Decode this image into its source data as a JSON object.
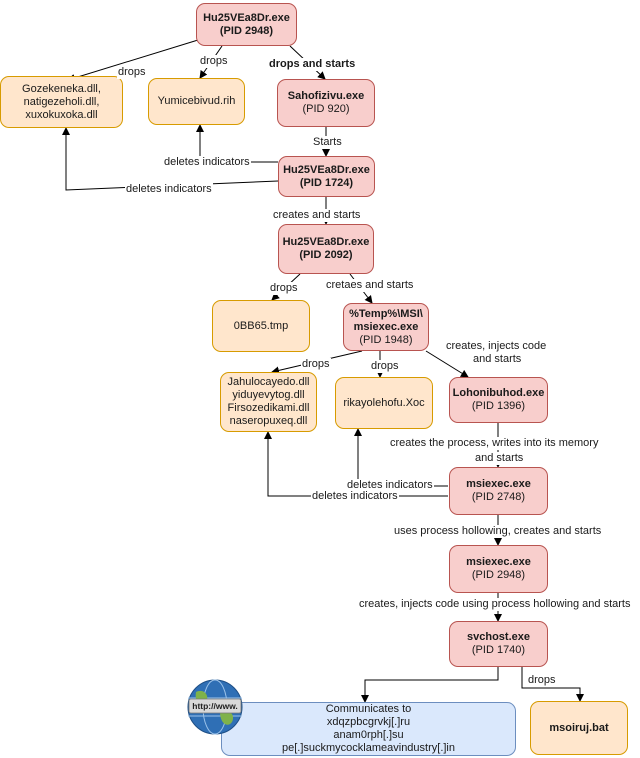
{
  "nodes": {
    "hu2948": {
      "name": "Hu25VEa8Dr.exe",
      "pid": "(PID 2948)"
    },
    "dlls1": {
      "lines": [
        "Gozekeneka.dll,",
        "natigezeholi.dll,",
        "xuxokuxoka.dll"
      ]
    },
    "rih": {
      "text": "Yumicebivud.rih"
    },
    "sah920": {
      "name": "Sahofizivu.exe",
      "pid": "(PID 920)"
    },
    "hu1724": {
      "name": "Hu25VEa8Dr.exe",
      "pid": "(PID 1724)"
    },
    "hu2092": {
      "name": "Hu25VEa8Dr.exe",
      "pid": "(PID 2092)"
    },
    "tmp": {
      "text": "0BB65.tmp"
    },
    "msi1948": {
      "name_line1": "%Temp%\\MSI\\",
      "name_line2": "msiexec.exe",
      "pid": "(PID 1948)"
    },
    "dlls2": {
      "lines": [
        "Jahulocayedo.dll",
        "yiduyevytog.dll",
        "Firsozedikami.dll",
        "naseropuxeq.dll"
      ]
    },
    "xoc": {
      "text": "rikayolehofu.Xoc"
    },
    "loh1396": {
      "name": "Lohonibuhod.exe",
      "pid": "(PID 1396)"
    },
    "msi2748": {
      "name": "msiexec.exe",
      "pid": "(PID 2748)"
    },
    "msi2948": {
      "name": "msiexec.exe",
      "pid": "(PID 2948)"
    },
    "svc1740": {
      "name": "svchost.exe",
      "pid": "(PID 1740)"
    },
    "comm": {
      "lines": [
        "Communicates to",
        "xdqzpbcgrvkj[.]ru",
        "anam0rph[.]su",
        "pe[.]suckmycocklameavindustry[.]in"
      ]
    },
    "bat": {
      "text": "msoiruj.bat"
    }
  },
  "globe_text": "http://www.",
  "edges": {
    "drops_dlls1": "drops",
    "drops_rih": "drops",
    "drops_starts_sah": "drops and starts",
    "starts_1724": "Starts",
    "deletes_rih": "deletes indicators",
    "deletes_dlls1": "deletes indicators",
    "creates_starts_2092": "creates and starts",
    "drops_tmp": "drops",
    "cretaes_starts_msi": "cretaes and starts",
    "drops_dlls2": "drops",
    "drops_xoc": "drops",
    "injects_loh_1": "creates, injects code",
    "injects_loh_2": "and starts",
    "writes_mem_1": "creates the process, writes into its memory",
    "writes_mem_2": "and starts",
    "deletes_xoc": "deletes indicators",
    "deletes_dlls2": "deletes indicators",
    "hollowing": "uses process hollowing, creates and starts",
    "injects_hollow": "creates, injects code using process hollowing and starts",
    "drops_bat": "drops"
  },
  "colors": {
    "process_fill": "#f8cecc",
    "process_border": "#b85450",
    "file_fill": "#ffe6cc",
    "file_border": "#d79b00",
    "net_fill": "#dae8fc",
    "net_border": "#6c8ebf"
  }
}
